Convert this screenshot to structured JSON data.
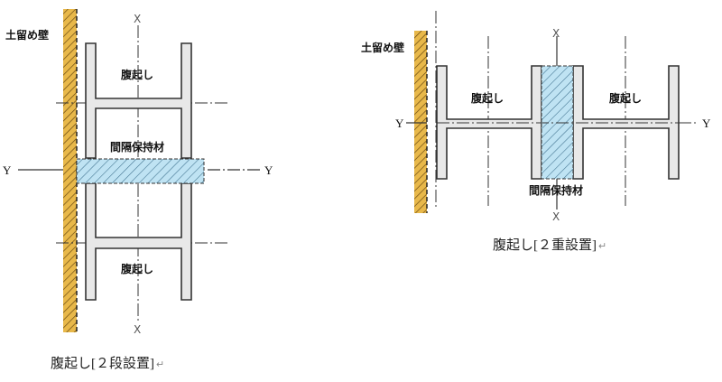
{
  "colors": {
    "wall": "#e8b84a",
    "spacer": "#bfe3f3",
    "steel": "#e8e8e8"
  },
  "left_diagram": {
    "wall_label": "土留め壁",
    "waler_top_label": "腹起し",
    "waler_bottom_label": "腹起し",
    "spacer_label": "間隔保持材",
    "axis_y_left": "Y",
    "axis_y_right": "Y",
    "axis_x_top": "X",
    "axis_x_bottom": "X",
    "caption": "腹起し[２段設置]",
    "return_mark": "↵"
  },
  "right_diagram": {
    "wall_label": "土留め壁",
    "waler_left_label": "腹起し",
    "waler_right_label": "腹起し",
    "spacer_label": "間隔保持材",
    "axis_y_left": "Y",
    "axis_y_right": "Y",
    "axis_x_top": "X",
    "axis_x_bottom": "X",
    "caption": "腹起し[２重設置]",
    "return_mark": "↵"
  }
}
